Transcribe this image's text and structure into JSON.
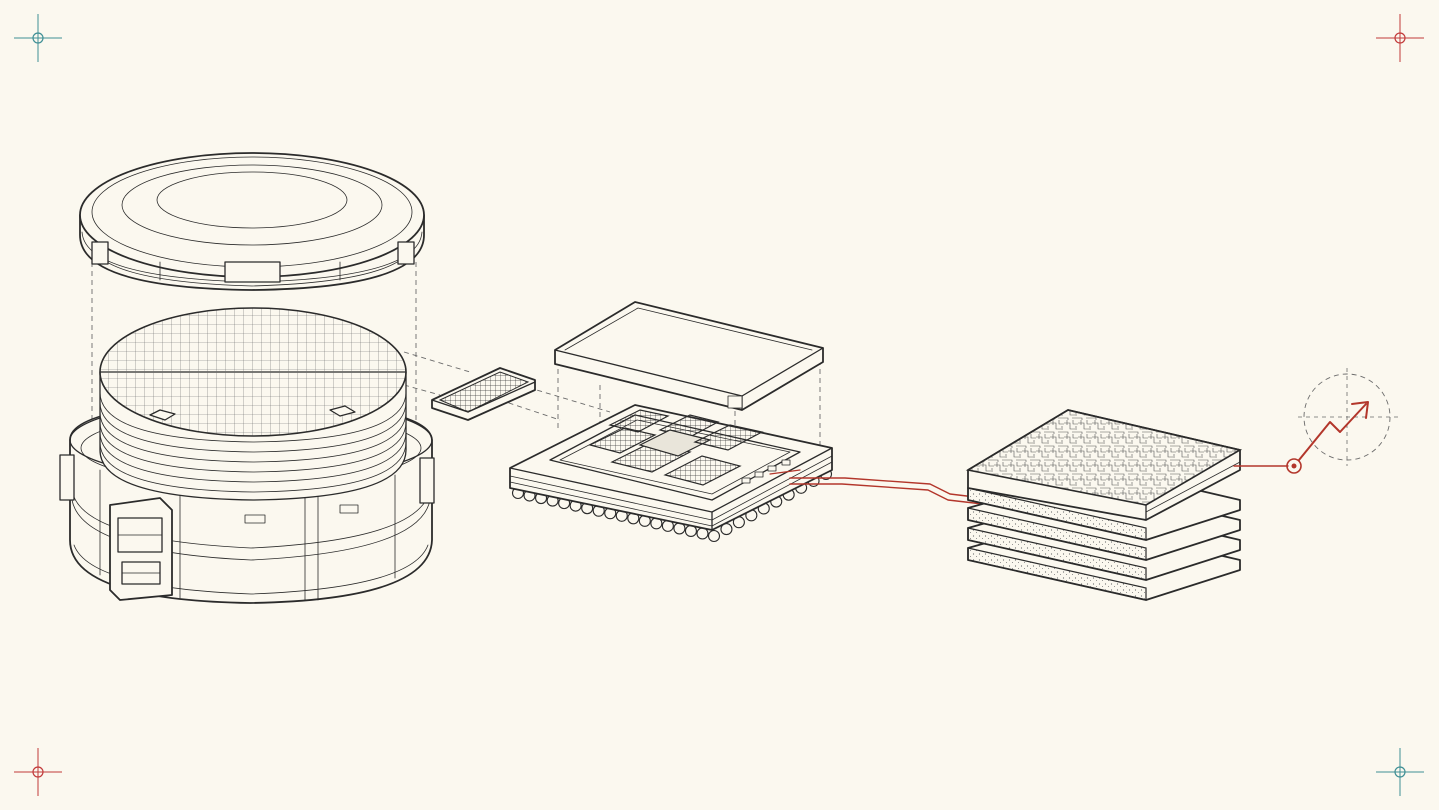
{
  "colors": {
    "background": "#fbf8ef",
    "ink": "#2b2b2b",
    "accent": "#b3362b",
    "registration_teal": "#3f8f95",
    "registration_red": "#c23a3a"
  },
  "components": [
    {
      "name": "wafer-carrier-lid"
    },
    {
      "name": "silicon-wafer-stack"
    },
    {
      "name": "wafer-carrier-base"
    },
    {
      "name": "die"
    },
    {
      "name": "package-lid"
    },
    {
      "name": "chip-package"
    },
    {
      "name": "layered-board"
    },
    {
      "name": "growth-indicator"
    }
  ],
  "icons": [
    "registration-mark-icon",
    "growth-arrow-icon",
    "target-crosshair-icon"
  ]
}
